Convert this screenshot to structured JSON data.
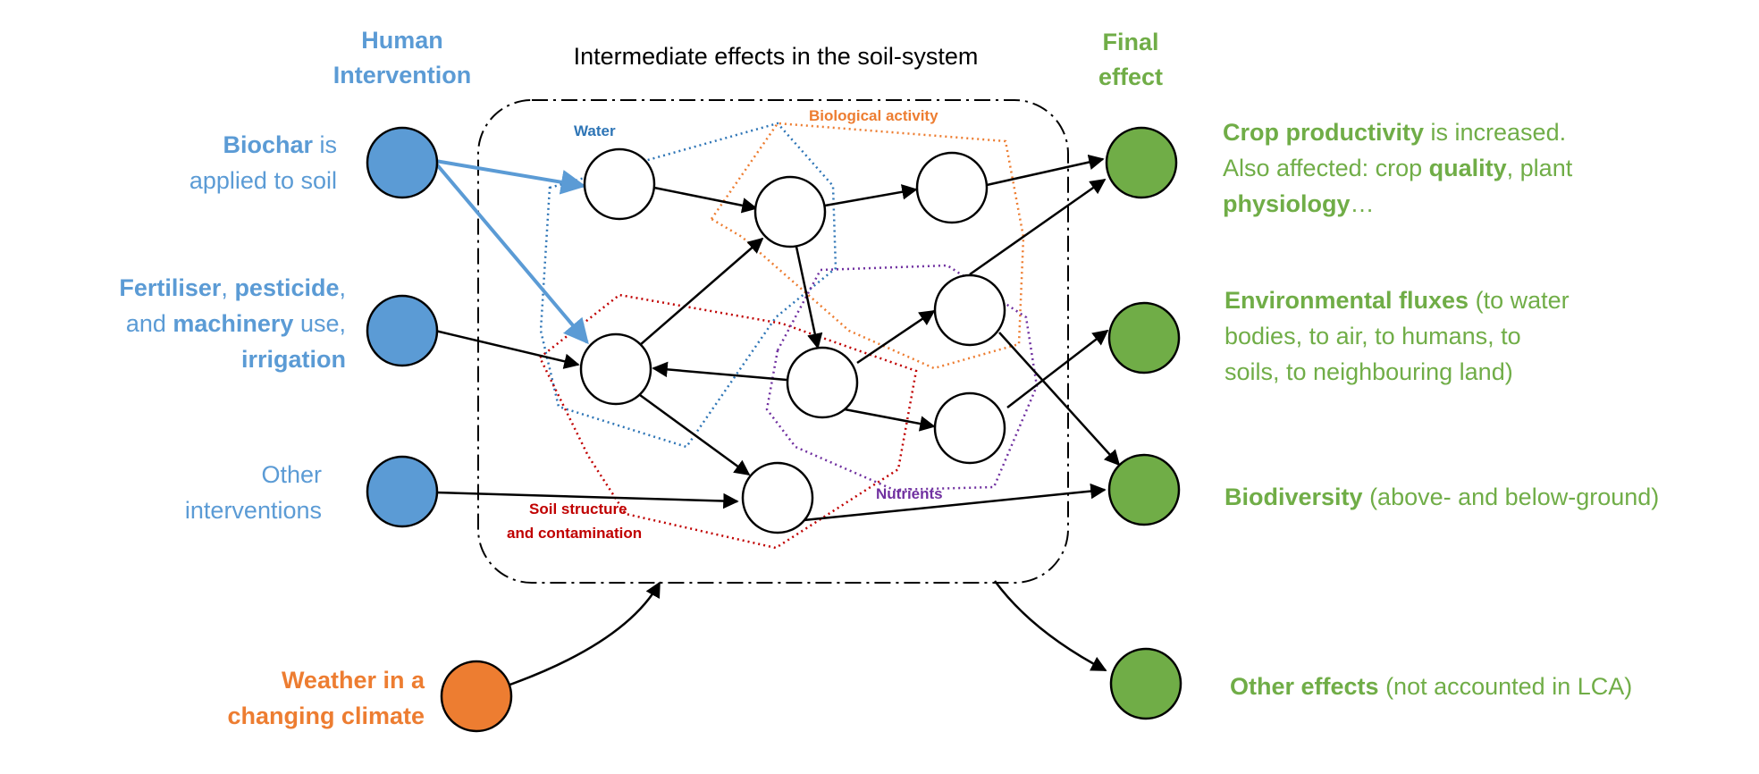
{
  "colors": {
    "human": "#5B9BD5",
    "final": "#70AD47",
    "weather": "#ED7D31",
    "water": "#2E75B6",
    "biological": "#ED7D31",
    "soil": "#C00000",
    "nutrients": "#7030A0",
    "black": "#000000"
  },
  "headers": {
    "human_line1": "Human",
    "human_line2": "Intervention",
    "intermediate": "Intermediate effects in the soil-system",
    "final_line1": "Final",
    "final_line2": "effect"
  },
  "regions": {
    "water": "Water",
    "biological": "Biological activity",
    "soil_line1": "Soil structure",
    "soil_line2": "and contamination",
    "nutrients": "Nutrients"
  },
  "left_labels": {
    "biochar": {
      "b1": "Biochar",
      "t1": " is",
      "t2": "applied to soil"
    },
    "fertiliser": {
      "b1": "Fertiliser",
      "t1": ", ",
      "b2": "pesticide",
      "t2": ",",
      "t3": "and ",
      "b3": "machinery",
      "t4": " use,",
      "b4": "irrigation"
    },
    "other": {
      "t1": "Other",
      "t2": "interventions"
    },
    "weather": {
      "b1": "Weather in a",
      "b2": "changing climate"
    }
  },
  "right_labels": {
    "crop": {
      "b1": "Crop productivity",
      "t1": " is increased.",
      "t2": "Also affected: crop ",
      "b2": "quality",
      "t3": ", plant",
      "b3": "physiology",
      "t4": "…"
    },
    "env": {
      "b1": "Environmental fluxes",
      "t1": " (to water",
      "t2": "bodies, to air, to humans, to",
      "t3": "soils, to neighbouring land)"
    },
    "bio": {
      "b1": "Biodiversity",
      "t1": " (above- and below-ground)"
    },
    "other": {
      "b1": "Other effects",
      "t1": " (not accounted in LCA)"
    }
  }
}
